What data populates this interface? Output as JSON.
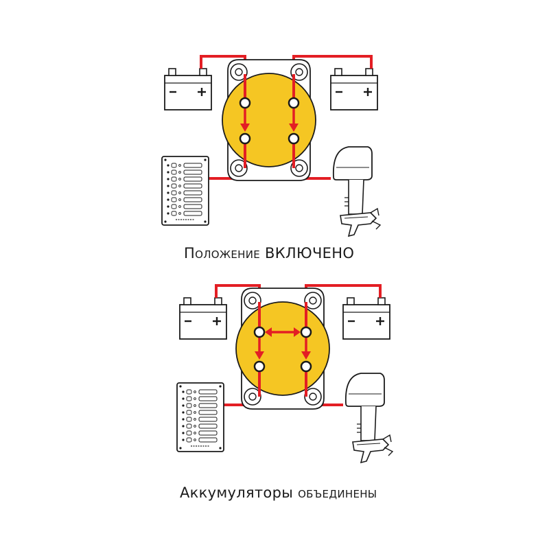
{
  "captions": {
    "on": {
      "lead": "Положение ",
      "emph": "ВКЛЮЧЕНО"
    },
    "combined": {
      "lead": "Аккумуляторы ",
      "rest": "объединены"
    }
  },
  "battery": {
    "minus": "−",
    "plus": "+"
  },
  "colors": {
    "wire": "#e31e24",
    "switch": "#f5c623",
    "outline": "#1a1a1a"
  },
  "icons": [
    "battery-icon",
    "battery-switch-icon",
    "fuse-panel-icon",
    "outboard-motor-icon",
    "current-arrow-icon"
  ]
}
